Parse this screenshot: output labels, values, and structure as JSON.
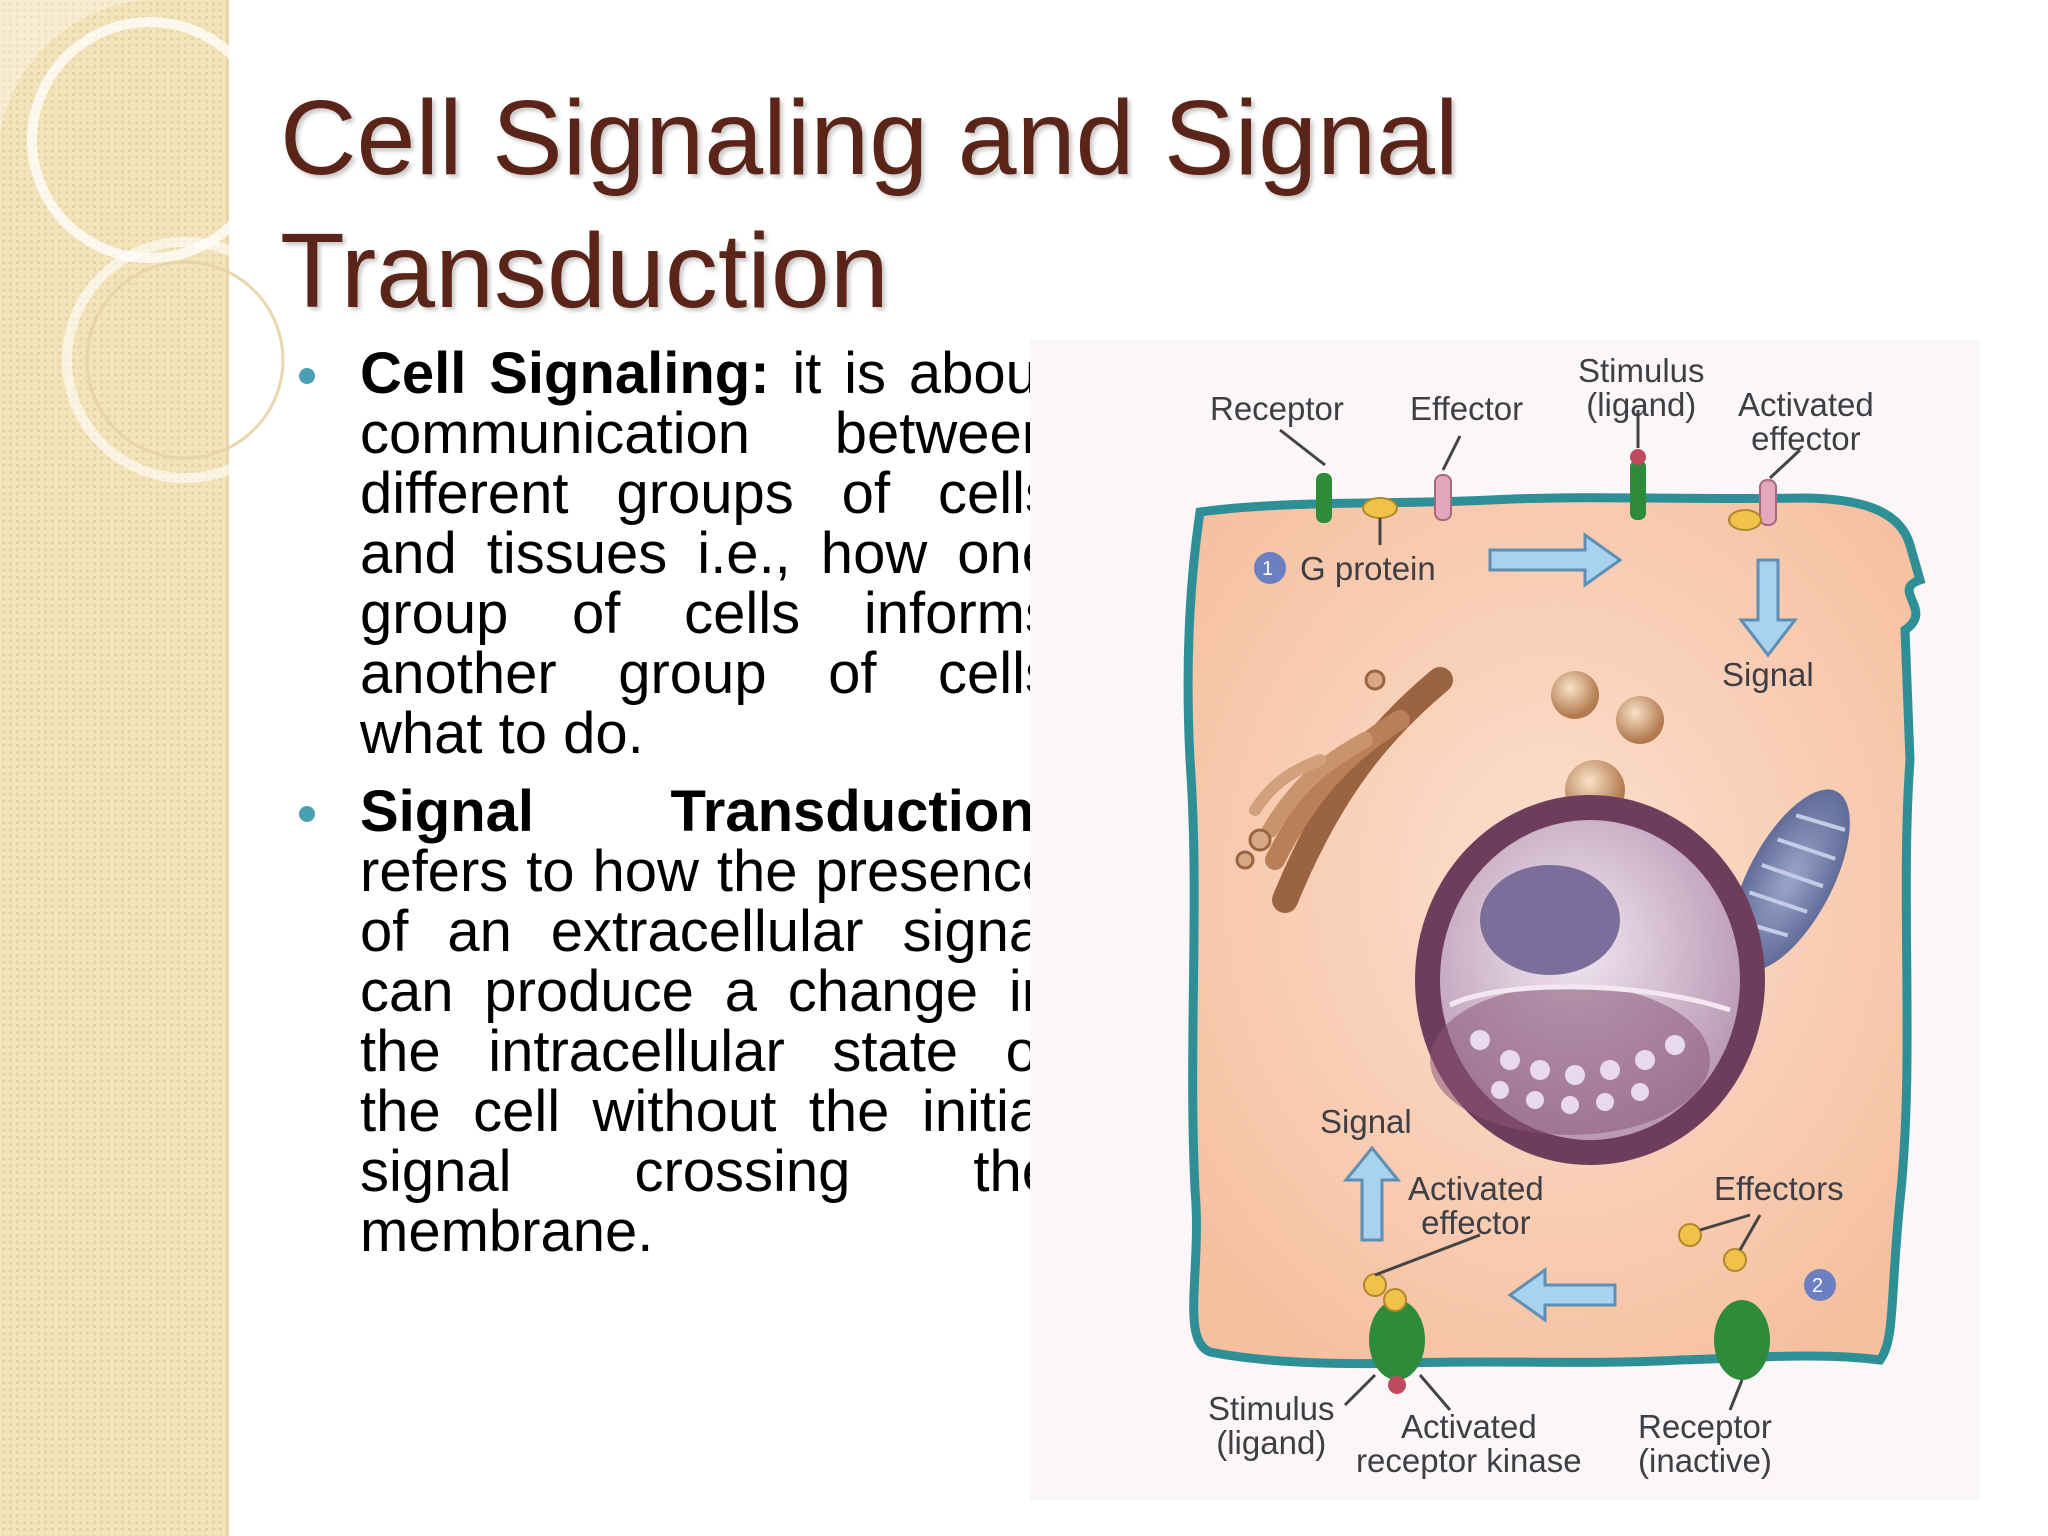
{
  "slide": {
    "title": "Cell Signaling and Signal Transduction",
    "bullets": [
      {
        "term": "Cell Signaling:",
        "text": " it is about communication between different groups of cells and tissues i.e., how one group of cells informs another group of cells what to do."
      },
      {
        "term": "Signal Transduction:",
        "text": " refers to how the presence of an extracellular signal can produce a change in the intracellular state of the cell without the initial signal crossing the membrane."
      }
    ]
  },
  "figure": {
    "labels": {
      "receptor_top": "Receptor",
      "effector_top": "Effector",
      "stimulus_top_1": "Stimulus",
      "stimulus_top_2": "(ligand)",
      "activated_effector_top_1": "Activated",
      "activated_effector_top_2": "effector",
      "g_protein": "G protein",
      "signal_right": "Signal",
      "signal_left": "Signal",
      "activated_effector_bottom_1": "Activated",
      "activated_effector_bottom_2": "effector",
      "effectors": "Effectors",
      "stimulus_bottom_1": "Stimulus",
      "stimulus_bottom_2": "(ligand)",
      "activated_receptor_kinase_1": "Activated",
      "activated_receptor_kinase_2": "receptor kinase",
      "receptor_inactive_1": "Receptor",
      "receptor_inactive_2": "(inactive)",
      "step_1": "1",
      "step_2": "2"
    },
    "colors": {
      "membrane": "#2f8f96",
      "cytoplasm": "#f8c9ad",
      "receptor_green": "#2e8b3a",
      "arrow_blue": "#8fbfe0",
      "golgi": "#b07a55",
      "nucleus": "#7a4a68"
    }
  }
}
